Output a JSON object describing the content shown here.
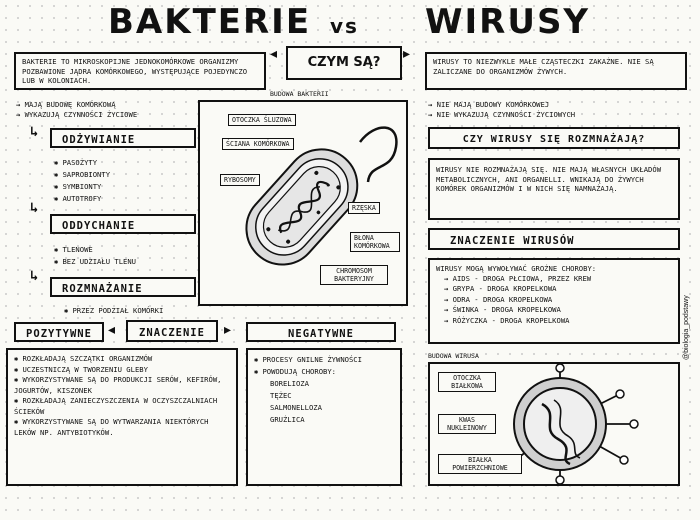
{
  "title": {
    "left": "BAKTERIE",
    "vs": "vs",
    "right": "WIRUSY"
  },
  "center_question": "CZYM SĄ?",
  "bacteria_def": "BAKTERIE TO MIKROSKOPIJNE JEDNOKOMÓRKOWE ORGANIZMY POZBAWIONE JĄDRA KOMÓRKOWEGO, WYSTĘPUJĄCE POJEDYNCZO LUB W KOLONIACH.",
  "virus_def": "WIRUSY TO NIEZWYKLE MAŁE CZĄSTECZKI ZAKAŹNE. NIE SĄ ZALICZANE DO ORGANIZMÓW ŻYWYCH.",
  "bacteria_traits": [
    "MAJĄ BUDOWĘ KOMÓRKOWĄ",
    "WYKAZUJĄ CZYNNOŚCI ŻYCIOWE"
  ],
  "nutrition": {
    "heading": "ODŻYWIANIE",
    "items": [
      "PASOŻYTY",
      "SAPROBIONTY",
      "SYMBIONTY",
      "AUTOTROFY"
    ]
  },
  "respiration": {
    "heading": "ODDYCHANIE",
    "items": [
      "TLENOWE",
      "BEZ UDZIAŁU TLENU"
    ]
  },
  "reproduction": {
    "heading": "ROZMNAŻANIE",
    "items": [
      "PRZEZ PODZIAŁ KOMÓRKI"
    ]
  },
  "bacteria_diagram": {
    "caption": "BUDOWA BAKTERII",
    "labels": {
      "capsule": "OTOCZKA ŚLUZOWA",
      "wall": "ŚCIANA KOMÓRKOWA",
      "ribosomes": "RYBOSOMY",
      "flagellum": "RZĘSKA",
      "membrane": "BŁONA KOMÓRKOWA",
      "chromosome": "CHROMOSOM BAKTERYJNY"
    }
  },
  "virus_traits": [
    "NIE MAJĄ BUDOWY KOMÓRKOWEJ",
    "NIE WYKAZUJĄ CZYNNOŚCI ŻYCIOWYCH"
  ],
  "virus_reproduce": {
    "heading": "CZY WIRUSY SIĘ ROZMNAŻAJĄ?",
    "text": "WIRUSY NIE ROZMNAŻAJĄ SIĘ. NIE MAJĄ WŁASNYCH UKŁADÓW METABOLICZNYCH, ANI ORGANELLI. WNIKAJĄ DO ŻYWYCH KOMÓREK ORGANIZMÓW I W NICH SIĘ NAMNAŻAJĄ."
  },
  "virus_importance": {
    "heading": "ZNACZENIE WIRUSÓW",
    "intro": "WIRUSY MOGĄ WYWOŁYWAĆ GROŹNE CHOROBY:",
    "items": [
      "AIDS - DROGA PŁCIOWA, PRZEZ KREW",
      "GRYPA - DROGA KROPELKOWA",
      "ODRA - DROGA KROPELKOWA",
      "ŚWINKA - DROGA KROPELKOWA",
      "RÓŻYCZKA - DROGA KROPELKOWA"
    ]
  },
  "virus_diagram": {
    "caption": "BUDOWA WIRUSA",
    "labels": {
      "capsid": "OTOCZKA BIAŁKOWA",
      "nucleic": "KWAS NUKLEINOWY",
      "surface": "BIAŁKA POWIERZCHNIOWE"
    }
  },
  "significance": {
    "heading": "ZNACZENIE",
    "positive": "POZYTYWNE",
    "negative": "NEGATYWNE"
  },
  "positive_items": [
    "ROZKŁADAJĄ SZCZĄTKI ORGANIZMÓW",
    "UCZESTNICZĄ W TWORZENIU GLEBY",
    "WYKORZYSTYWANE SĄ DO PRODUKCJI SERÓW, KEFIRÓW, JOGURTÓW, KISZONEK",
    "ROZKŁADAJĄ ZANIECZYSZCZENIA W OCZYSZCZALNIACH ŚCIEKÓW",
    "WYKORZYSTYWANE SĄ DO WYTWARZANIA NIEKTÓRYCH LEKÓW NP. ANTYBIOTYKÓW."
  ],
  "negative_items": [
    "PROCESY GNILNE ŻYWNOŚCI",
    "POWODUJĄ CHOROBY:"
  ],
  "diseases": [
    "BORELIOZA",
    "TĘŻEC",
    "SALMONELLOZA",
    "GRUŹLICA"
  ],
  "credit": "@biologia_podstawy"
}
